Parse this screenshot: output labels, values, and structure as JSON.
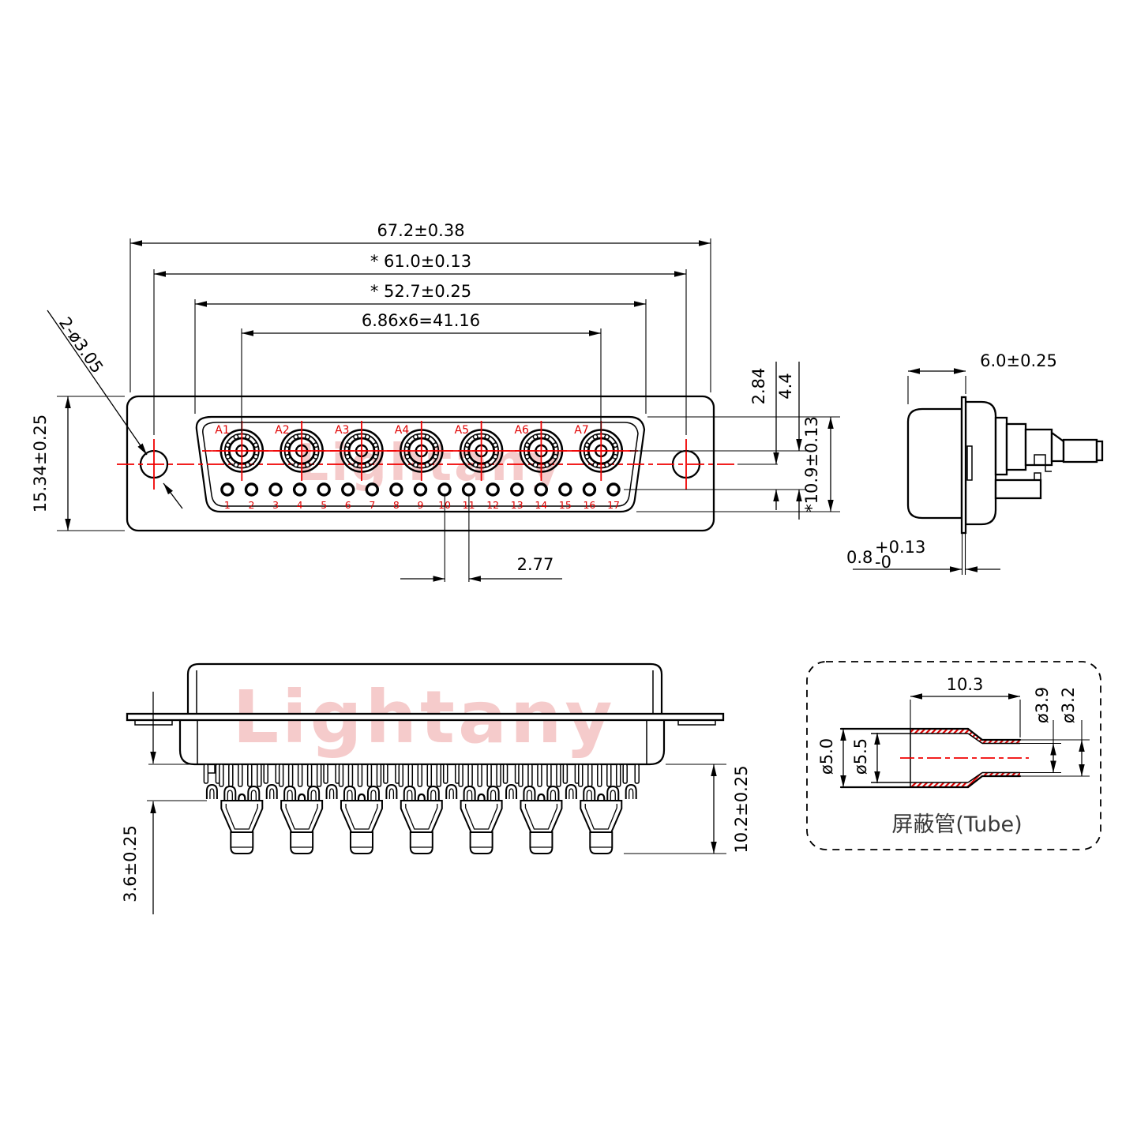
{
  "watermark": {
    "text": "Lightany"
  },
  "colors": {
    "line": "#000000",
    "accent_red": "#f00000",
    "watermark_pink": "#f4c6c6"
  },
  "front_view": {
    "dims": {
      "overall_width": "67.2±0.38",
      "mount_spacing": "* 61.0±0.13",
      "shroud_width": "* 52.7±0.25",
      "contact_pitch": "6.86x6=41.16",
      "body_height": "15.34±0.25",
      "mount_hole": "2-ø3.05",
      "pin_pitch": "2.77",
      "row_offset_a": "2.84",
      "row_offset_b": "4.4",
      "shroud_height": "*10.9±0.13"
    },
    "contacts": [
      "A1",
      "A2",
      "A3",
      "A4",
      "A5",
      "A6",
      "A7"
    ],
    "pins": [
      "1",
      "2",
      "3",
      "4",
      "5",
      "6",
      "7",
      "8",
      "9",
      "10",
      "11",
      "12",
      "13",
      "14",
      "15",
      "16",
      "17"
    ]
  },
  "side_view": {
    "dims": {
      "depth": "6.0±0.25",
      "flange_thickness": "0.8",
      "flange_tol_plus": "+0.13",
      "flange_tol_minus": "-0"
    }
  },
  "rear_view": {
    "dims": {
      "standoff": "3.6±0.25",
      "tail_length": "10.2±0.25"
    }
  },
  "tube_detail": {
    "label": "屏蔽管(Tube)",
    "dims": {
      "length": "10.3",
      "neck_od": "ø3.9",
      "neck_id": "ø3.2",
      "body_od": "ø5.0",
      "body_id": "ø5.5"
    }
  }
}
